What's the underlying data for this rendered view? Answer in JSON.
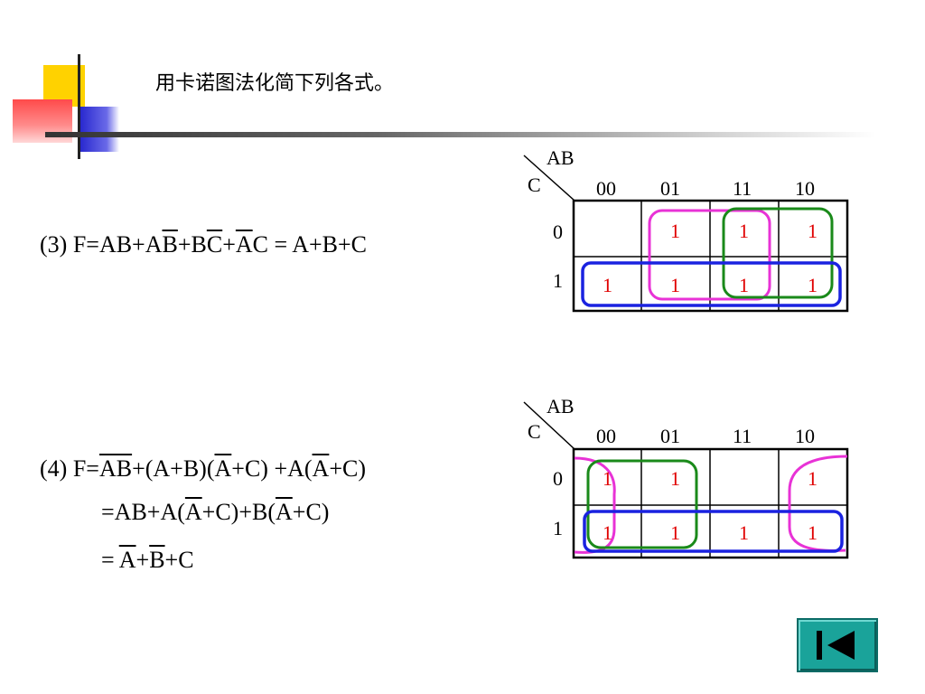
{
  "slide": {
    "title": "用卡诺图法化简下列各式。"
  },
  "eq3": {
    "parts": [
      "(3) F=AB+A",
      "B",
      "+B",
      "C",
      "+",
      "A",
      "C = A+B+C"
    ]
  },
  "eq4": {
    "line1": [
      "(4) F=",
      "AB",
      "+(A+B)(",
      "A",
      "+C) +A(",
      "A",
      "+C)"
    ],
    "line2": [
      "=AB+A(",
      "A",
      "+C)+B(",
      "A",
      "+C)"
    ],
    "line3": [
      "= ",
      "A",
      "+",
      "B",
      "+C"
    ]
  },
  "kmap1": {
    "corner_top": "AB",
    "corner_left": "C",
    "cols": [
      "00",
      "01",
      "11",
      "10"
    ],
    "rows": [
      "0",
      "1"
    ],
    "cells": [
      [
        "",
        "1",
        "1",
        "1"
      ],
      [
        "1",
        "1",
        "1",
        "1"
      ]
    ]
  },
  "kmap2": {
    "corner_top": "AB",
    "corner_left": "C",
    "cols": [
      "00",
      "01",
      "11",
      "10"
    ],
    "rows": [
      "0",
      "1"
    ],
    "cells": [
      [
        "1",
        "1",
        "",
        "1"
      ],
      [
        "1",
        "1",
        "1",
        "1"
      ]
    ]
  },
  "nav": {
    "icon": "first-slide-icon"
  },
  "colors": {
    "magenta": "#e832d6",
    "green": "#1a8a1a",
    "blue": "#1a22e0",
    "cell_value": "#e00000",
    "nav_button": "#1aa39a"
  }
}
